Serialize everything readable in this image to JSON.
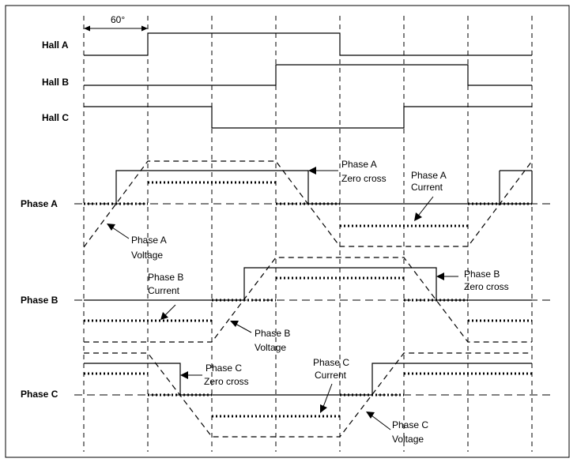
{
  "angle_label": "60°",
  "rows": {
    "hall_a": "Hall A",
    "hall_b": "Hall B",
    "hall_c": "Hall C",
    "phase_a": "Phase A",
    "phase_b": "Phase B",
    "phase_c": "Phase C"
  },
  "annotations": {
    "phase_a_zero_cross": [
      "Phase A",
      "Zero cross"
    ],
    "phase_a_current": [
      "Phase A",
      "Current"
    ],
    "phase_a_voltage": [
      "Phase A",
      "Voltage"
    ],
    "phase_b_current": [
      "Phase B",
      "Current"
    ],
    "phase_b_zero_cross": [
      "Phase B",
      "Zero cross"
    ],
    "phase_b_voltage": [
      "Phase B",
      "Voltage"
    ],
    "phase_c_zero_cross": [
      "Phase C",
      "Zero cross"
    ],
    "phase_c_current": [
      "Phase C",
      "Current"
    ],
    "phase_c_voltage": [
      "Phase C",
      "Voltage"
    ]
  }
}
